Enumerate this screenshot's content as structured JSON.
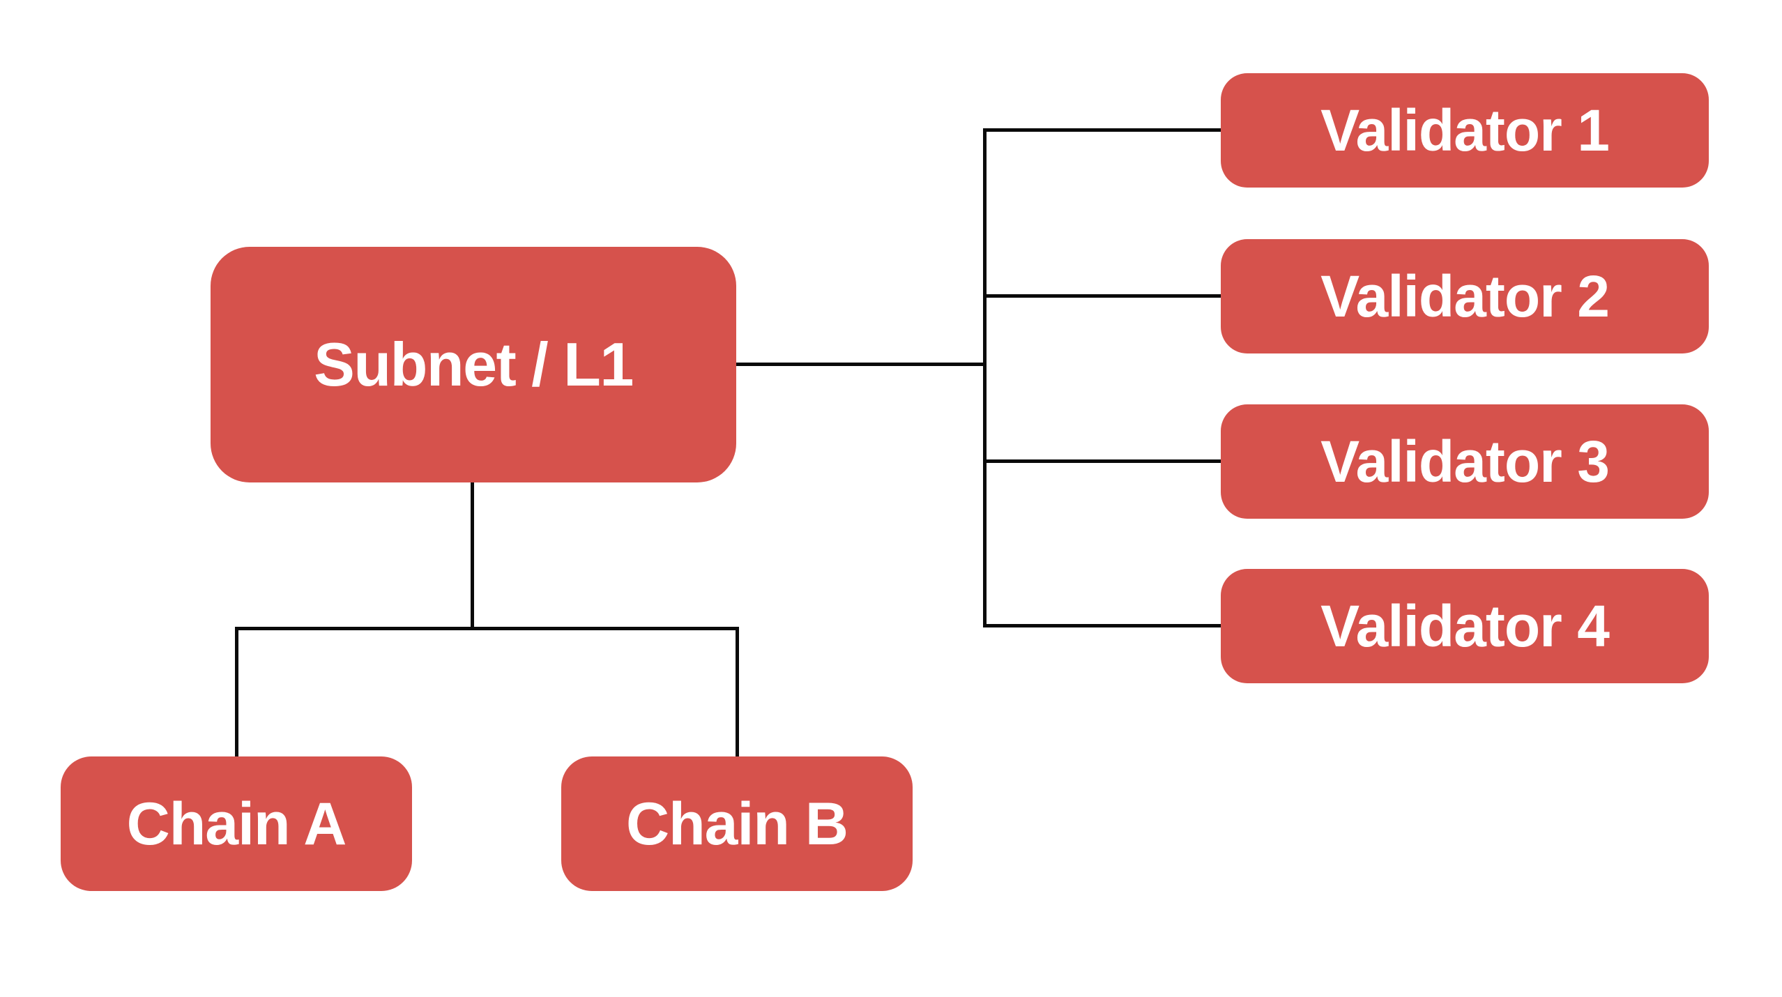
{
  "colors": {
    "background": "#ffffff",
    "node": "#d6524c",
    "line": "#0a0a0a",
    "text": "#ffffff"
  },
  "nodes": {
    "subnet": {
      "label": "Subnet / L1"
    },
    "validators": [
      {
        "label": "Validator 1"
      },
      {
        "label": "Validator 2"
      },
      {
        "label": "Validator 3"
      },
      {
        "label": "Validator 4"
      }
    ],
    "chains": [
      {
        "label": "Chain A"
      },
      {
        "label": "Chain B"
      }
    ]
  },
  "edges": [
    {
      "from": "Subnet / L1",
      "to": "Validator 1"
    },
    {
      "from": "Subnet / L1",
      "to": "Validator 2"
    },
    {
      "from": "Subnet / L1",
      "to": "Validator 3"
    },
    {
      "from": "Subnet / L1",
      "to": "Validator 4"
    },
    {
      "from": "Subnet / L1",
      "to": "Chain A"
    },
    {
      "from": "Subnet / L1",
      "to": "Chain B"
    }
  ]
}
